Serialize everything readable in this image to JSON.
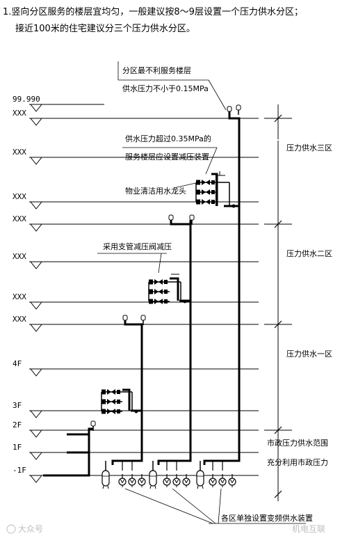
{
  "notes": {
    "line1": "1.竖向分区服务的楼层宜均匀，一般建议按8～9层设置一个压力供水分区；",
    "line2": "接近100米的住宅建议分三个压力供水分区。"
  },
  "levels": [
    {
      "label": "99.990"
    },
    {
      "label": "XXX"
    },
    {
      "label": "XXX"
    },
    {
      "label": "XXX"
    },
    {
      "label": "XXX"
    },
    {
      "label": "XXX"
    },
    {
      "label": "XXX"
    },
    {
      "label": "XXX"
    },
    {
      "label": "4F"
    },
    {
      "label": "3F"
    },
    {
      "label": "2F"
    },
    {
      "label": "1F"
    },
    {
      "label": "-1F"
    }
  ],
  "annotations": {
    "top_a": "分区最不利服务楼层",
    "top_b": "供水压力不小于0.15MPa",
    "mid_a": "供水压力超过0.35MPa的",
    "mid_b": "服务楼层应设置减压装置",
    "tap": "物业清洁用水龙头",
    "branch_prv": "采用支管减压阀减压",
    "bottom": "各区单独设置变频供水装置"
  },
  "zones": [
    {
      "label": "压力供水三区"
    },
    {
      "label": "压力供水二区"
    },
    {
      "label": "压力供水一区"
    }
  ],
  "municipal": {
    "line1": "市政压力供水范围",
    "line2": "充分利用市政压力"
  },
  "watermark": {
    "left": "大众号",
    "right": "机电互联"
  }
}
